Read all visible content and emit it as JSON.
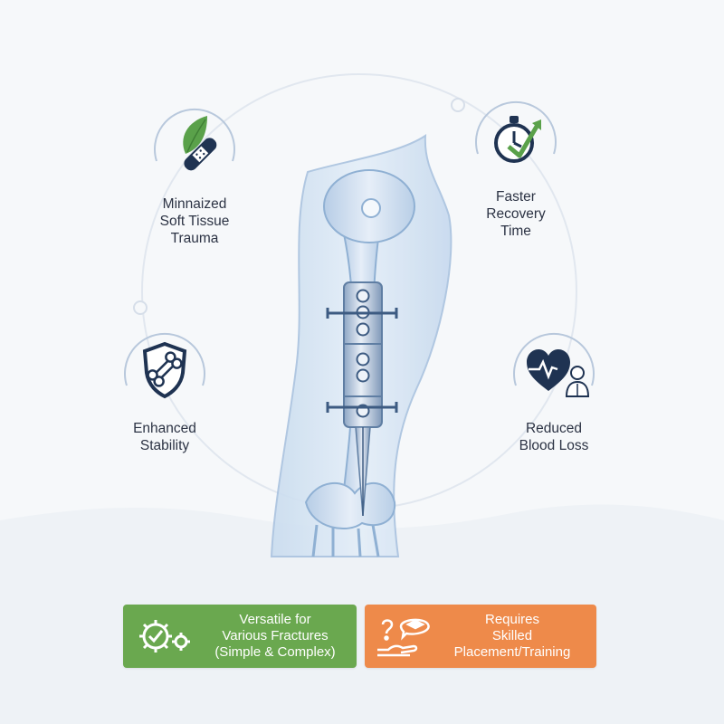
{
  "features": {
    "top_left": {
      "label": "Minnaized\nSoft Tissue\nTrauma",
      "icon": "leaf-bandage-icon"
    },
    "top_right": {
      "label": "Faster\nRecovery\nTime",
      "icon": "stopwatch-arrow-icon"
    },
    "mid_left": {
      "label": "Enhanced\nStability",
      "icon": "shield-bone-icon"
    },
    "mid_right": {
      "label": "Reduced\nBlood Loss",
      "icon": "heart-patient-icon"
    }
  },
  "bottom": {
    "pro": {
      "label": "Versatile for\nVarious Fractures\n(Simple & Complex)",
      "color": "#6aa84f",
      "icon": "gear-check-icon"
    },
    "con": {
      "label": "Requires\nSkilled\nPlacement/Training",
      "color": "#ee8a4a",
      "icon": "question-cap-hand-icon"
    }
  },
  "colors": {
    "navy": "#1f3352",
    "green": "#5aa14a",
    "ring": "#b8c8dc"
  }
}
